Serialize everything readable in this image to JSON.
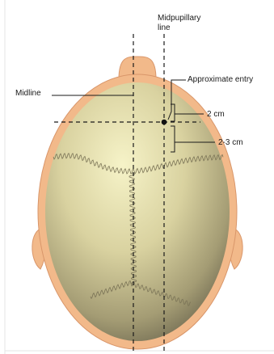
{
  "labels": {
    "midpupillary_line_1": "Midpupillary",
    "midpupillary_line_2": "line",
    "approximate_entry": "Approximate entry",
    "midline": "Midline",
    "dist_2cm": "2 cm",
    "dist_2_3cm": "2-3 cm"
  },
  "colors": {
    "skin": "#f2b98a",
    "skin_outline": "#d9966a",
    "skull_light": "#f3efbf",
    "skull_mid": "#cdc592",
    "skull_dark": "#7b7455",
    "suture": "#7a7356",
    "dashed_line": "#1a1a1a"
  }
}
